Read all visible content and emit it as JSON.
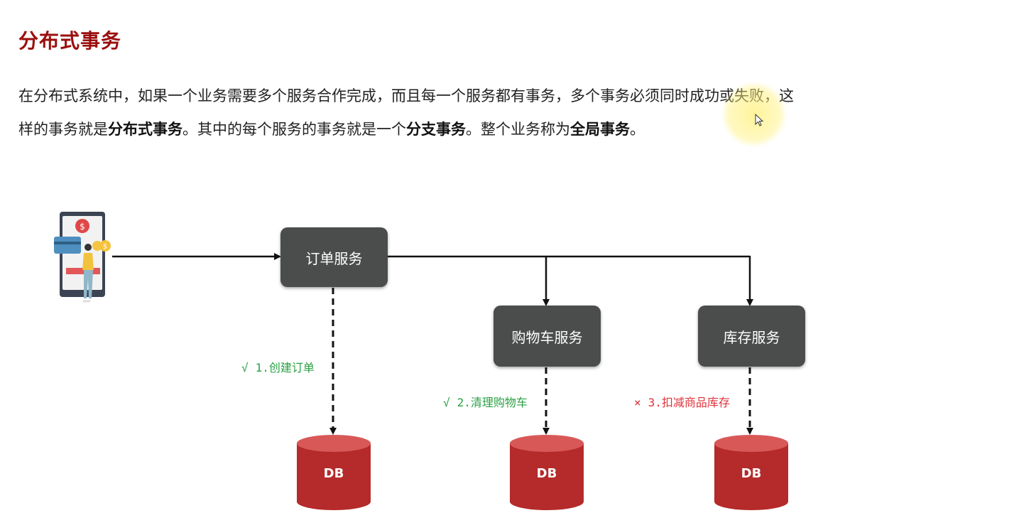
{
  "title": "分布式事务",
  "paragraph": {
    "line1": "在分布式系统中，如果一个业务需要多个服务合作完成，而且每一个服务都有事务，多个事务必须同时成功或失败，这",
    "line2_a": "样的事务就是",
    "line2_b": "分布式事务",
    "line2_c": "。其中的每个服务的事务就是一个",
    "line2_d": "分支事务",
    "line2_e": "。整个业务称为",
    "line2_f": "全局事务",
    "line2_g": "。"
  },
  "nodes": {
    "order": "订单服务",
    "cart": "购物车服务",
    "stock": "库存服务"
  },
  "db_label": "DB",
  "steps": [
    {
      "mark": "√",
      "text": "1.创建订单",
      "status": "success"
    },
    {
      "mark": "√",
      "text": "2.清理购物车",
      "status": "success"
    },
    {
      "mark": "×",
      "text": "3.扣减商品库存",
      "status": "failure"
    }
  ],
  "colors": {
    "title": "#9b0f0f",
    "node": "#4a4d4c",
    "db": "#b52a2a",
    "success": "#2aa043",
    "failure": "#e0303a"
  }
}
